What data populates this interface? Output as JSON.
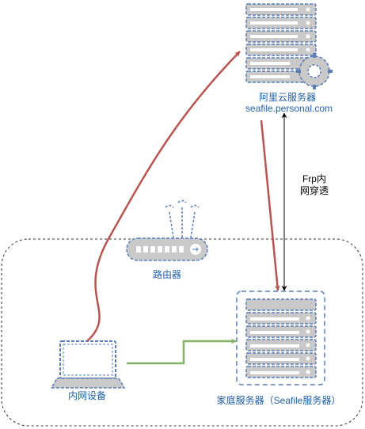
{
  "nodes": {
    "cloud_server": {
      "label": "阿里云服务器",
      "domain": "seafile.personal.com"
    },
    "router": {
      "label": "路由器"
    },
    "home_server": {
      "label": "家庭服务器（Seafile服务器）"
    },
    "laptop": {
      "label": "内网设备"
    }
  },
  "edges": {
    "frp": {
      "label_line1": "Frp内",
      "label_line2": "网穿透"
    }
  },
  "colors": {
    "node_label": "#1f5fa8",
    "device_fill": "#c9c9c9",
    "device_dash": "#5b7db9",
    "red_arrow": "#b85450",
    "green_arrow": "#82b366",
    "frp_arrow": "#000000",
    "lan_boundary": "#333333"
  },
  "icons": {
    "cloud_server": "server-rack-with-gear-icon",
    "router": "router-icon",
    "home_server": "server-rack-icon",
    "laptop": "laptop-icon"
  }
}
